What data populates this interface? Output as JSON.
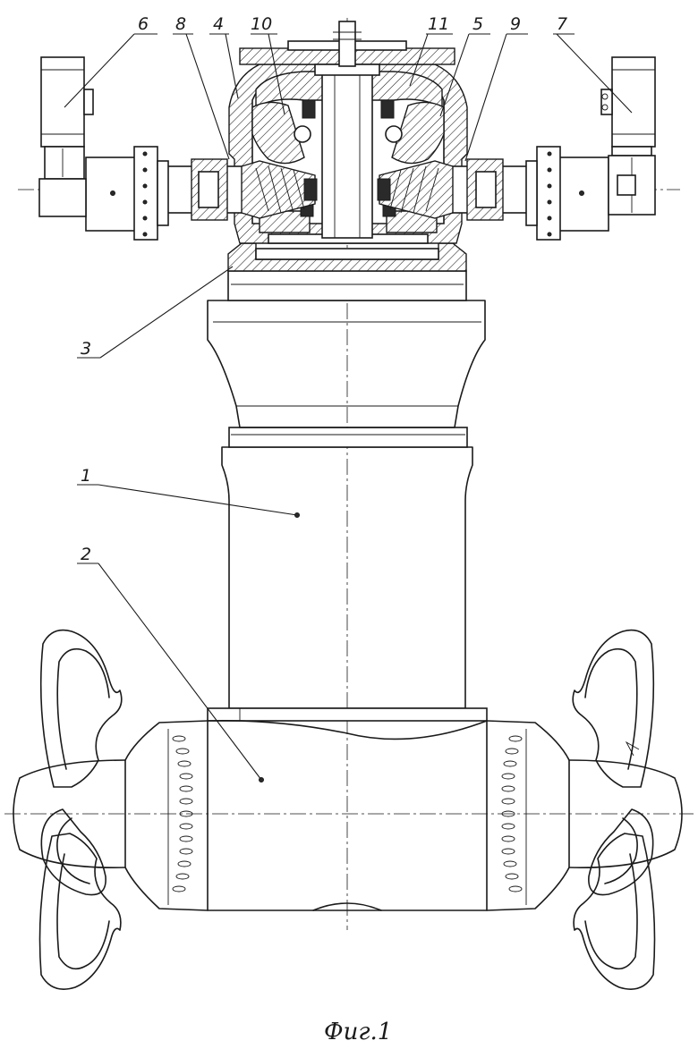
{
  "figure": {
    "caption": "Фиг.1",
    "callouts": {
      "c1": "1",
      "c2": "2",
      "c3": "3",
      "c4": "4",
      "c5": "5",
      "c6": "6",
      "c7": "7",
      "c8": "8",
      "c9": "9",
      "c10": "10",
      "c11": "11"
    }
  }
}
